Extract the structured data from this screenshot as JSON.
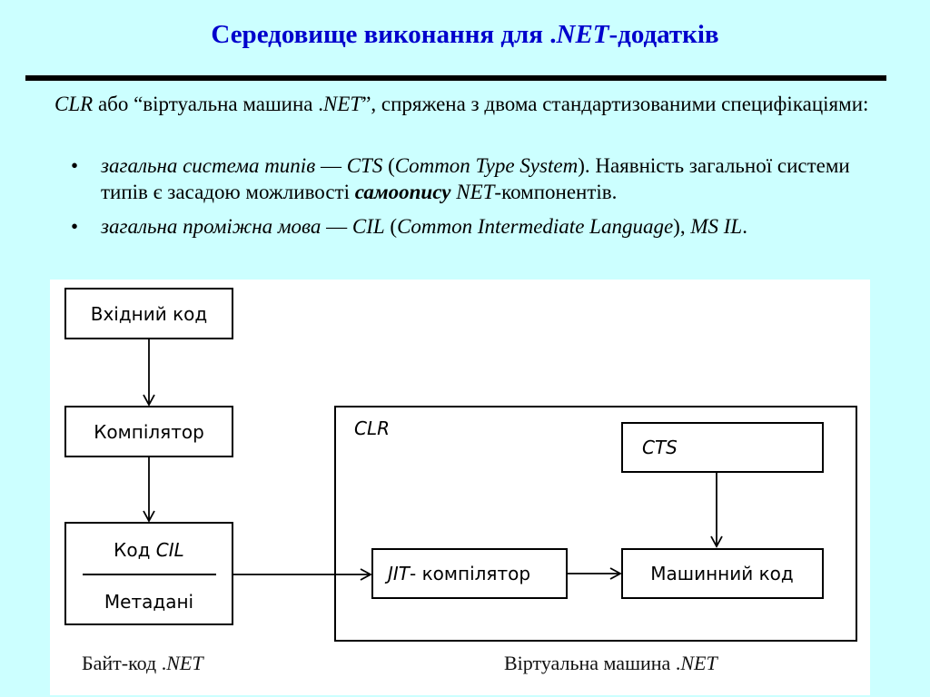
{
  "slide": {
    "title_prefix": "Середовище виконання для .",
    "title_italic": "NET",
    "title_suffix": "-додатків"
  },
  "intro": {
    "clr": "CLR",
    "text1": " або “віртуальна машина .",
    "net": "NET",
    "text2": "”, спряжена з двома стандартизованими специфікаціями:"
  },
  "bullets": [
    {
      "dot": "•",
      "term": "загальна система типів",
      "dash": " — ",
      "abbr": "CTS",
      "open": " (",
      "full": "Common Type System",
      "close": "). Наявність загальної системи типів є засадою можливості ",
      "bold": "самоопису",
      "space": " ",
      "net": "NET",
      "tail": "-компонентів."
    },
    {
      "dot": "•",
      "term": "загальна проміжна мова",
      "dash": " — ",
      "abbr": "CIL",
      "open": " (",
      "full": "Common Intermediate Language",
      "close": "), ",
      "extra": "MS IL",
      "tail": "."
    }
  ],
  "diagram": {
    "source_code": "Вхідний код",
    "compiler": "Компілятор",
    "cil_code_prefix": "Код ",
    "cil_code_italic": "CIL",
    "metadata": "Метадані",
    "clr_label": "CLR",
    "cts": "CTS",
    "jit_italic": "JIT",
    "jit_suffix": "- компілятор",
    "machine_code": "Машинний код",
    "caption_left_prefix": "Байт-код .",
    "caption_left_italic": "NET",
    "caption_right_prefix": "Віртуальна машина .",
    "caption_right_italic": "NET"
  }
}
